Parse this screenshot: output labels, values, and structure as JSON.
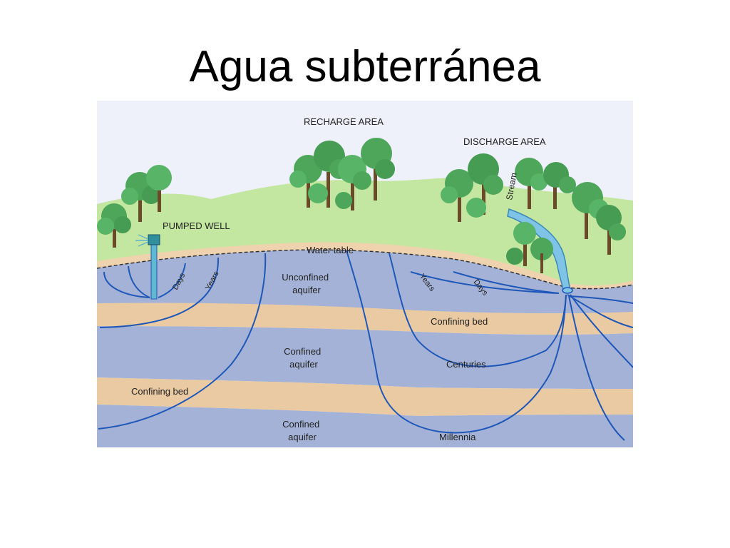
{
  "title": "Agua subterránea",
  "labels": {
    "recharge_area": "RECHARGE AREA",
    "discharge_area": "DISCHARGE AREA",
    "pumped_well": "PUMPED WELL",
    "stream": "Stream",
    "water_table": "Water table",
    "unconfined_aquifer": [
      "Unconfined",
      "aquifer"
    ],
    "confining_bed_upper": "Confining bed",
    "confined_aquifer_upper": [
      "Confined",
      "aquifer"
    ],
    "confining_bed_lower": "Confining bed",
    "confined_aquifer_lower": [
      "Confined",
      "aquifer"
    ],
    "days_left": "Days",
    "years_left": "Years",
    "years_right": "Years",
    "days_right": "Days",
    "centuries": "Centuries",
    "millennia": "Millennia"
  },
  "colors": {
    "sky": "#eef1fa",
    "land": "#c3e6a0",
    "unsaturated": "#efd3ae",
    "aquifer": "#a3b2d6",
    "confining_bed": "#e9caa3",
    "flow_line": "#1f57b8",
    "tree": "#4ea65a",
    "trunk": "#6b4a2a",
    "stream": "#7fc4e6"
  }
}
